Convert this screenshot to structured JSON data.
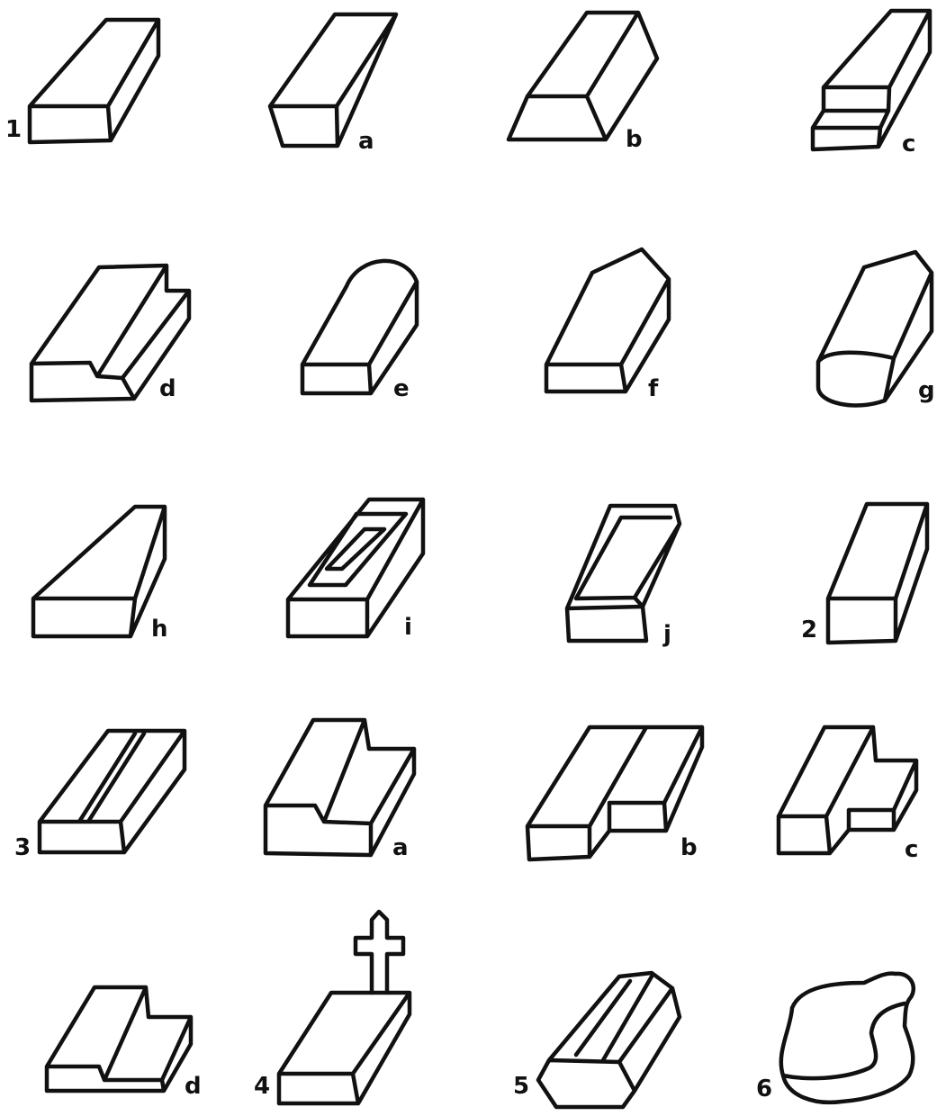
{
  "figure": {
    "labels": [
      {
        "id": "1",
        "text": "1"
      },
      {
        "id": "1a",
        "text": "a"
      },
      {
        "id": "1b",
        "text": "b"
      },
      {
        "id": "1c",
        "text": "c"
      },
      {
        "id": "1d",
        "text": "d"
      },
      {
        "id": "1e",
        "text": "e"
      },
      {
        "id": "1f",
        "text": "f"
      },
      {
        "id": "1g",
        "text": "g"
      },
      {
        "id": "1h",
        "text": "h"
      },
      {
        "id": "1i",
        "text": "i"
      },
      {
        "id": "1j",
        "text": "j"
      },
      {
        "id": "2",
        "text": "2"
      },
      {
        "id": "3",
        "text": "3"
      },
      {
        "id": "3a",
        "text": "a"
      },
      {
        "id": "3b",
        "text": "b"
      },
      {
        "id": "3c",
        "text": "c"
      },
      {
        "id": "3d",
        "text": "d"
      },
      {
        "id": "4",
        "text": "4"
      },
      {
        "id": "5",
        "text": "5"
      },
      {
        "id": "6",
        "text": "6"
      }
    ]
  }
}
